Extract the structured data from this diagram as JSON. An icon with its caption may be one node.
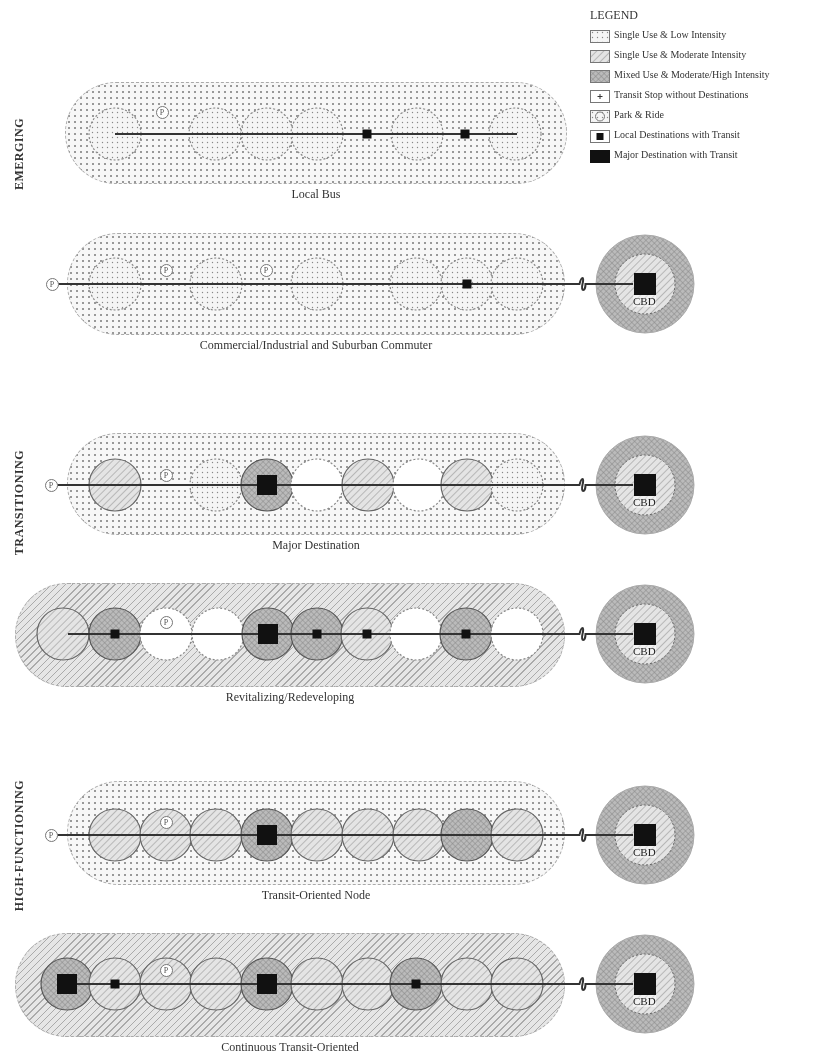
{
  "diagram": {
    "nodes": [
      {
        "text": [
          "Local Bus"
        ]
      },
      {
        "text": [
          "P"
        ],
        "in": 0
      },
      {
        "text": [
          "P"
        ]
      },
      {
        "text": [
          "Commercial/Industrial and Suburban Commuter"
        ]
      },
      {
        "text": [
          "P"
        ],
        "in": 3
      },
      {
        "text": [
          "P"
        ],
        "in": 3
      },
      {
        "text": [
          "CBD"
        ]
      },
      {
        "text": [
          "P"
        ]
      },
      {
        "text": [
          "Major Destination"
        ]
      },
      {
        "text": [
          "P"
        ],
        "in": 8
      },
      {
        "text": [
          "CBD"
        ]
      },
      {
        "text": [
          "Revitalizing/Redeveloping"
        ]
      },
      {
        "text": [
          "P"
        ],
        "in": 11
      },
      {
        "text": [
          "CBD"
        ]
      },
      {
        "text": [
          "P"
        ]
      },
      {
        "text": [
          "Transit-Oriented Node"
        ]
      },
      {
        "text": [
          "P"
        ],
        "in": 15
      },
      {
        "text": [
          "CBD"
        ]
      },
      {
        "text": [
          "Continuous Transit-Oriented"
        ]
      },
      {
        "text": [
          "P"
        ],
        "in": 18
      },
      {
        "text": [
          "CBD"
        ]
      }
    ],
    "edges": [
      {
        "from": 2,
        "to": 3,
        "arrow": "none"
      },
      {
        "from": 3,
        "to": 6,
        "arrow": "none"
      },
      {
        "from": 7,
        "to": 8,
        "arrow": "none"
      },
      {
        "from": 14,
        "to": 15,
        "arrow": "none"
      },
      {
        "from": 8,
        "to": 10,
        "arrow": "none"
      },
      {
        "from": 11,
        "to": 13,
        "arrow": "none"
      },
      {
        "from": 15,
        "to": 17,
        "arrow": "none"
      },
      {
        "from": 18,
        "to": 20,
        "arrow": "none"
      }
    ],
    "labels": [
      "LEGEND",
      "EMERGING",
      "TRANSITIONING",
      "HIGH-FUNCTIONING"
    ],
    "legend": [
      {
        "text": "Single Use & Low Intensity"
      },
      {
        "text": "Single Use & Moderate Intensity"
      },
      {
        "text": "Mixed Use & Moderate/High Intensity"
      },
      {
        "text": "Transit Stop without Destinations"
      },
      {
        "text": "Park & Ride"
      },
      {
        "text": "Local Destinations with Transit"
      },
      {
        "text": "Major Destination with Transit"
      }
    ]
  }
}
